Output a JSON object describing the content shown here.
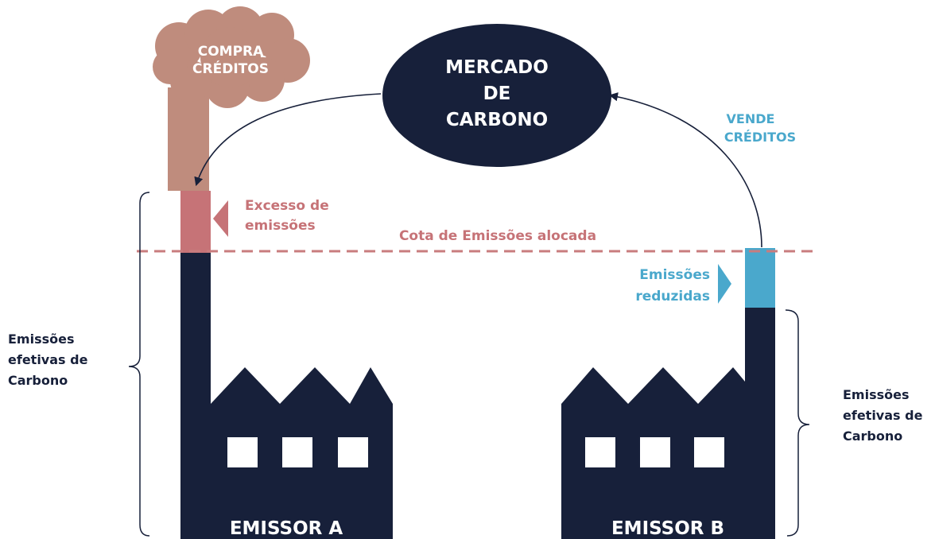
{
  "colors": {
    "dark": "#17203a",
    "smoke": "#bf8c7d",
    "excess": "#c67377",
    "reduced": "#4aa8cc",
    "dashed_line": "#c87c7e",
    "white": "#ffffff"
  },
  "market": {
    "lines": [
      "MERCADO",
      "DE",
      "CARBONO"
    ]
  },
  "cloud": {
    "lines": [
      "COMPRA",
      "CRÉDITOS"
    ]
  },
  "sell_label": {
    "lines": [
      "VENDE",
      "CRÉDITOS"
    ]
  },
  "excess_label": {
    "lines": [
      "Excesso de",
      "emissões"
    ]
  },
  "quota_label": "Cota de Emissões alocada",
  "reduced_label": {
    "lines": [
      "Emissões",
      "reduzidas"
    ]
  },
  "effective_left": {
    "lines": [
      "Emissões",
      "efetivas de",
      "Carbono"
    ]
  },
  "effective_right": {
    "lines": [
      "Emissões",
      "efetivas de",
      "Carbono"
    ]
  },
  "emitter_a": "EMISSOR A",
  "emitter_b": "EMISSOR B",
  "icons": {
    "factory_a": "factory-icon",
    "factory_b": "factory-icon",
    "cloud": "smoke-cloud-icon",
    "arrow_left": "triangle-left-icon",
    "arrow_right": "triangle-right-icon"
  }
}
